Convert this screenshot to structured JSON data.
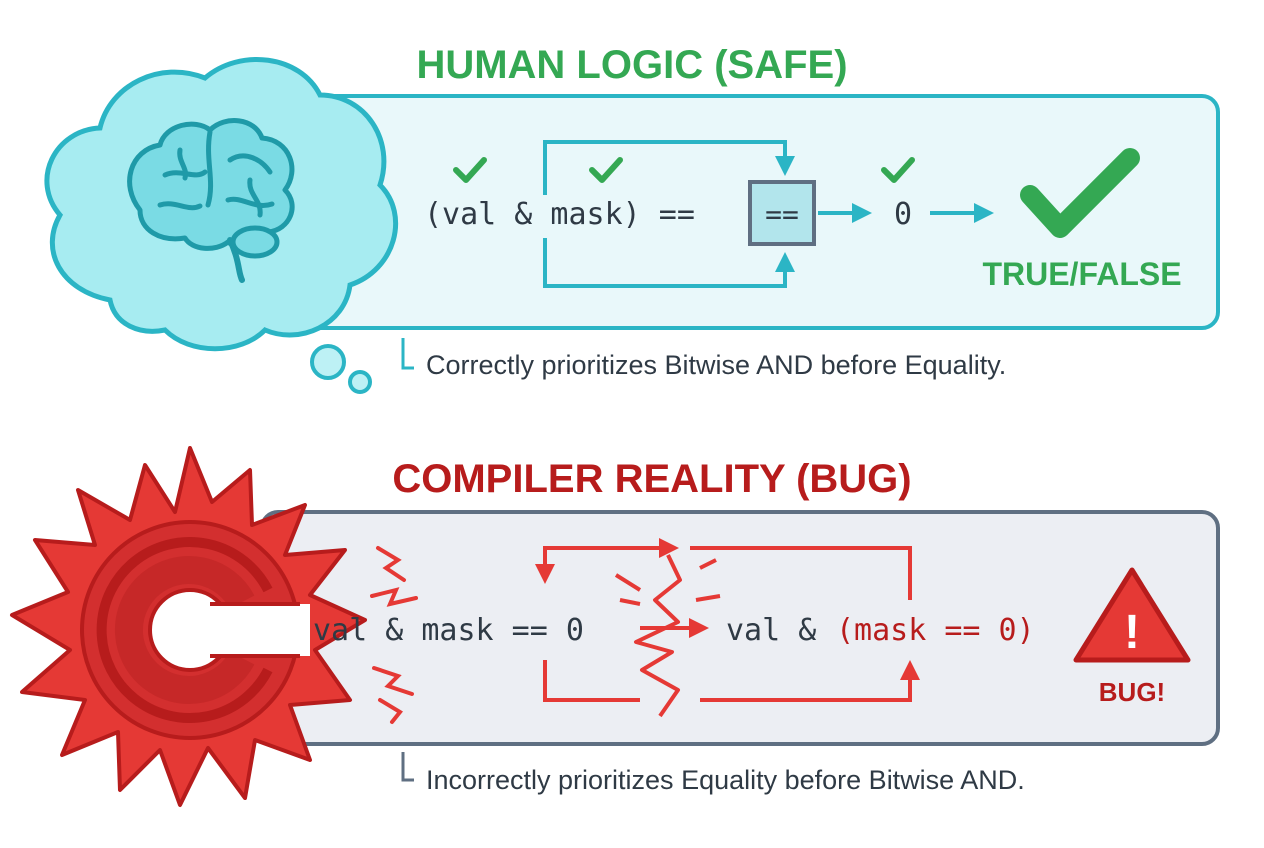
{
  "safe": {
    "title": "HUMAN LOGIC (SAFE)",
    "code_expression": "(val & mask) ==",
    "operator_box": "==",
    "zero": "0",
    "result_label": "TRUE/FALSE",
    "caption": "Correctly prioritizes Bitwise AND before Equality.",
    "icon": "brain-thought-cloud-icon",
    "result_icon": "checkmark-icon"
  },
  "bug": {
    "title": "COMPILER REALITY (BUG)",
    "code_left": "val & mask == 0",
    "code_right_prefix": "val &",
    "code_right_paren": "(mask == 0)",
    "result_label": "BUG!",
    "warning_symbol": "!",
    "caption": "Incorrectly prioritizes Equality before Bitwise AND.",
    "icon": "compiler-gear-icon",
    "result_icon": "warning-triangle-icon"
  },
  "colors": {
    "safe_green": "#34a853",
    "safe_teal": "#2bb5c5",
    "safe_fill": "#e9f8fa",
    "bug_red": "#e53935",
    "bug_dark_red": "#b71c1c",
    "bug_fill": "#eceef3",
    "bug_border": "#5f6f82",
    "text_dark": "#2f3a45"
  }
}
